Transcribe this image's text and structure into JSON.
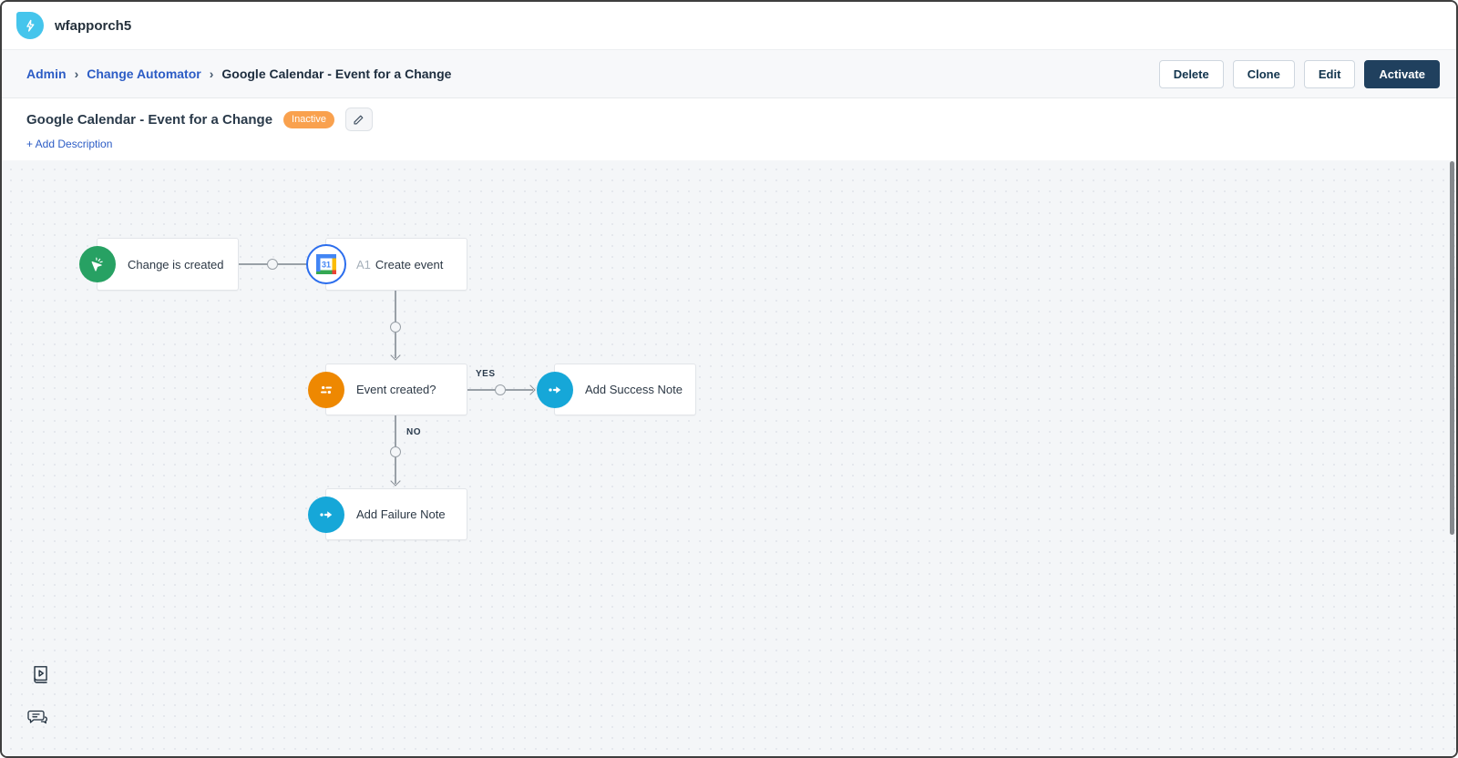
{
  "window": {
    "app_name": "wfapporch5"
  },
  "breadcrumb": {
    "items": [
      "Admin",
      "Change Automator",
      "Google Calendar - Event for a Change"
    ],
    "separator": "›"
  },
  "actions": {
    "delete": "Delete",
    "clone": "Clone",
    "edit": "Edit",
    "activate": "Activate"
  },
  "workflow": {
    "title": "Google Calendar - Event for a Change",
    "status_badge": "Inactive",
    "add_description_label": "+ Add Description"
  },
  "canvas": {
    "nodes": [
      {
        "type": "trigger",
        "label": "Change is created",
        "icon": "cursor-click-icon",
        "color": "#27a163"
      },
      {
        "type": "action",
        "prefix": "A1",
        "label": "Create event",
        "icon": "google-calendar-icon",
        "calendar_day": "31"
      },
      {
        "type": "condition",
        "label": "Event created?",
        "icon": "condition-icon",
        "color": "#ee8801"
      },
      {
        "type": "action",
        "label": "Add Success Note",
        "icon": "action-arrow-icon",
        "color": "#16a7d8"
      },
      {
        "type": "action",
        "label": "Add Failure Note",
        "icon": "action-arrow-icon",
        "color": "#16a7d8"
      }
    ],
    "edge_labels": {
      "yes": "YES",
      "no": "NO"
    }
  },
  "colors": {
    "link_blue": "#2c5cc5",
    "primary_button_bg": "#20405e",
    "badge_orange": "#f9a14e",
    "trigger_green": "#27a163",
    "condition_orange": "#ee8801",
    "action_blue": "#16a7d8",
    "edge_gray": "#99a0a7",
    "logo_cyan": "#45c5ec"
  }
}
